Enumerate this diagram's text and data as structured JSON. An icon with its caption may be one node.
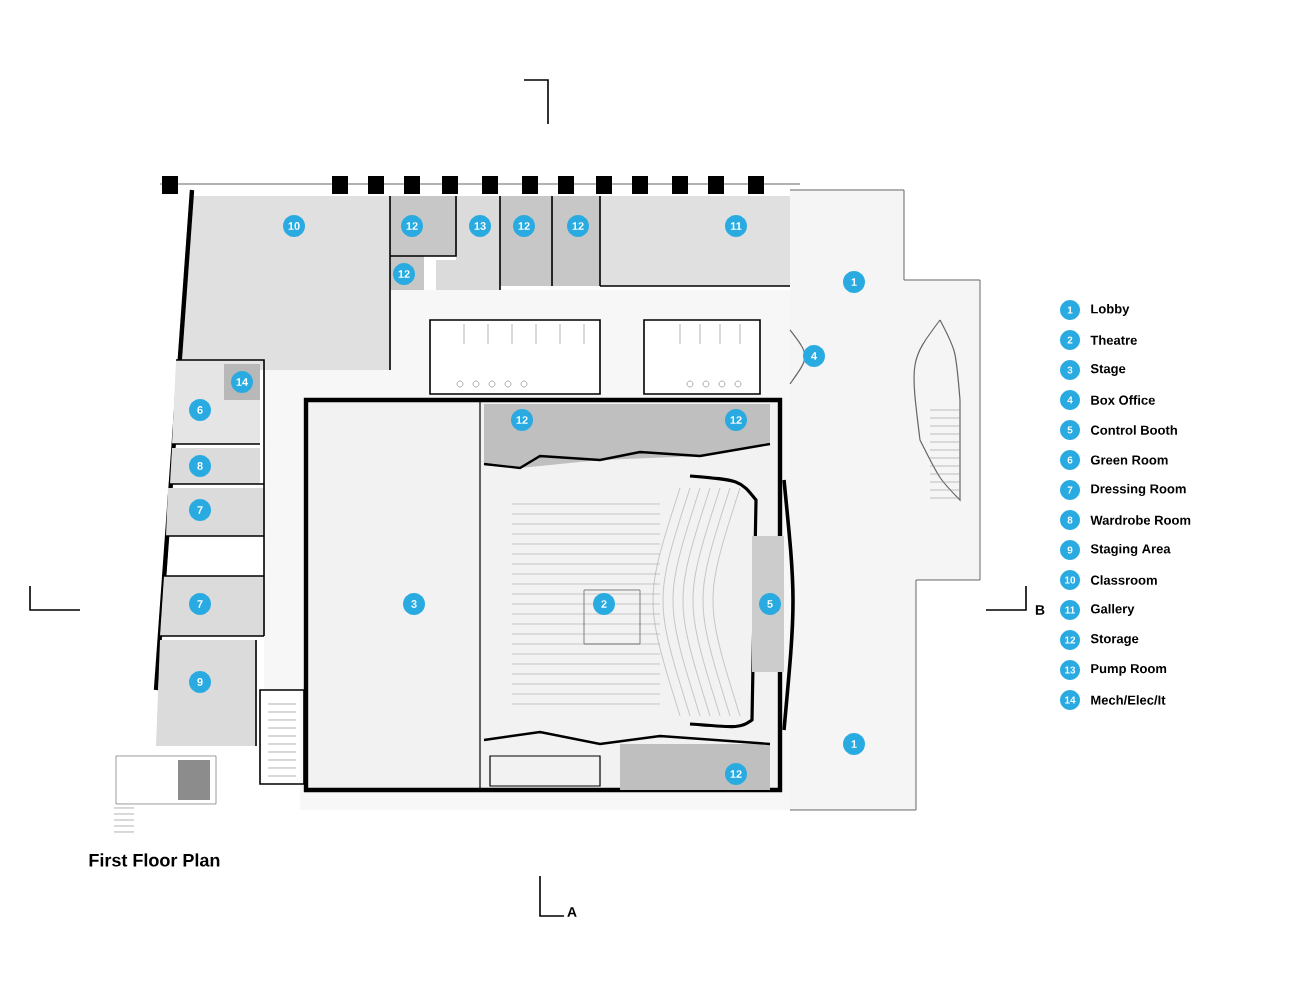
{
  "diagram": {
    "title": "First Floor Plan",
    "labels": [
      "10",
      "12",
      "13",
      "12",
      "12",
      "11",
      "1",
      "12",
      "4",
      "14",
      "6",
      "12",
      "12",
      "8",
      "7",
      "7",
      "3",
      "2",
      "5",
      "9",
      "1",
      "12",
      "1",
      "2",
      "3",
      "4",
      "5",
      "6",
      "7",
      "8",
      "9",
      "10",
      "11",
      "12",
      "13",
      "14",
      "B",
      "A"
    ],
    "legend": [
      {
        "text": "Lobby",
        "color": "#29abe2"
      },
      {
        "text": "Theatre",
        "color": "#29abe2"
      },
      {
        "text": "Stage",
        "color": "#29abe2"
      },
      {
        "text": "Box Office",
        "color": "#29abe2"
      },
      {
        "text": "Control Booth",
        "color": "#29abe2"
      },
      {
        "text": "Green Room",
        "color": "#29abe2"
      },
      {
        "text": "Dressing Room",
        "color": "#29abe2"
      },
      {
        "text": "Wardrobe Room",
        "color": "#29abe2"
      },
      {
        "text": "Staging Area",
        "color": "#29abe2"
      },
      {
        "text": "Classroom",
        "color": "#29abe2"
      },
      {
        "text": "Gallery",
        "color": "#29abe2"
      },
      {
        "text": "Storage",
        "color": "#29abe2"
      },
      {
        "text": "Pump Room",
        "color": "#29abe2"
      },
      {
        "text": "Mech/Elec/It",
        "color": "#29abe2"
      }
    ]
  }
}
